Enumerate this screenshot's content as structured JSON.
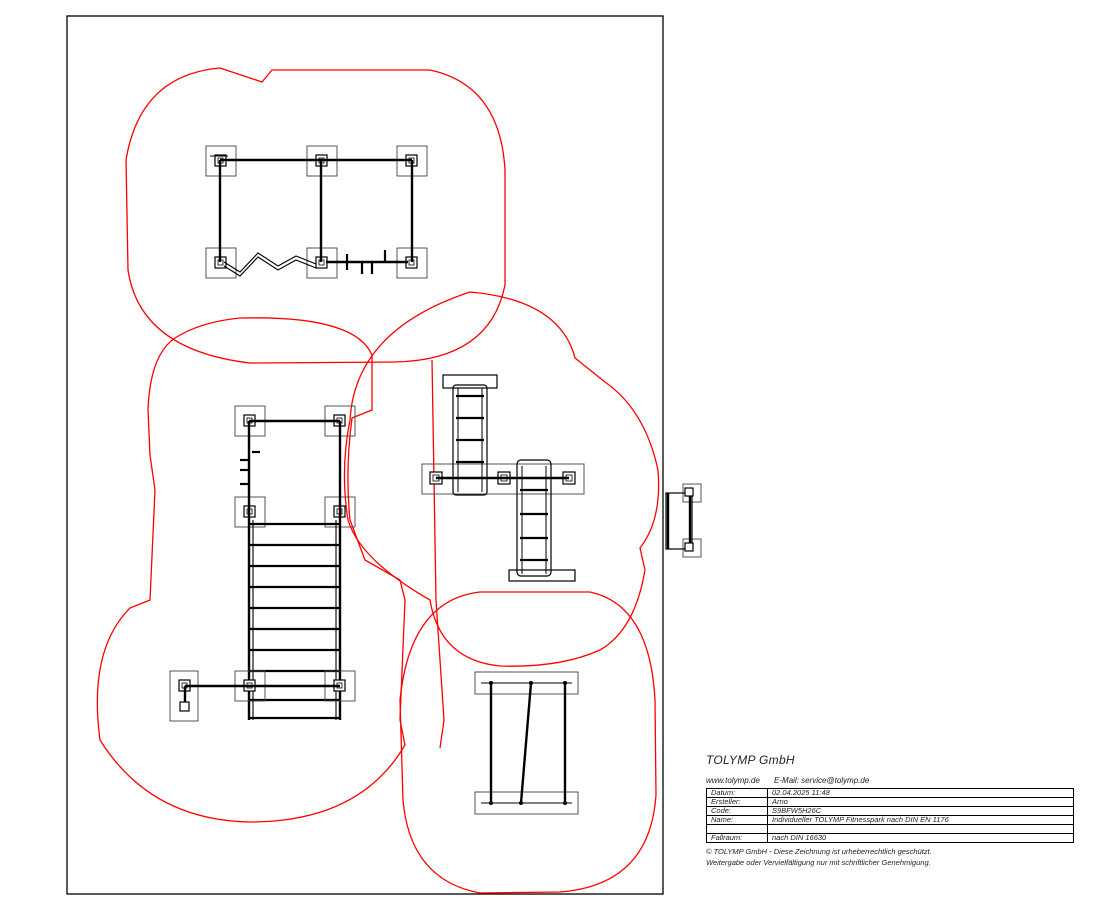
{
  "colors": {
    "sheet": "#000000",
    "safety_zone": "#ff0000",
    "equipment": "#000000",
    "foundation": "#444444"
  },
  "title_block": {
    "company": "TOLYMP GmbH",
    "website": "www.tolymp.de",
    "email": "E-Mail: service@tolymp.de",
    "rows": [
      {
        "key": "Datum:",
        "value": "02.04.2025 11:48"
      },
      {
        "key": "Ersteller:",
        "value": "Arno"
      },
      {
        "key": "Code:",
        "value": "S9BFW5H26C"
      },
      {
        "key": "Name:",
        "value": "Individueller TOLYMP Fitnesspark nach DIN EN 1176"
      },
      {
        "key": "",
        "value": ""
      },
      {
        "key": "Fallraum:",
        "value": "nach DIN 16630"
      }
    ],
    "copyright_line1": "© TOLYMP GmbH - Diese Zeichnung ist urheberrechtlich geschützt.",
    "copyright_line2": "Weitergabe oder Vervielfältigung nur mit schriftlicher Genehmigung."
  }
}
